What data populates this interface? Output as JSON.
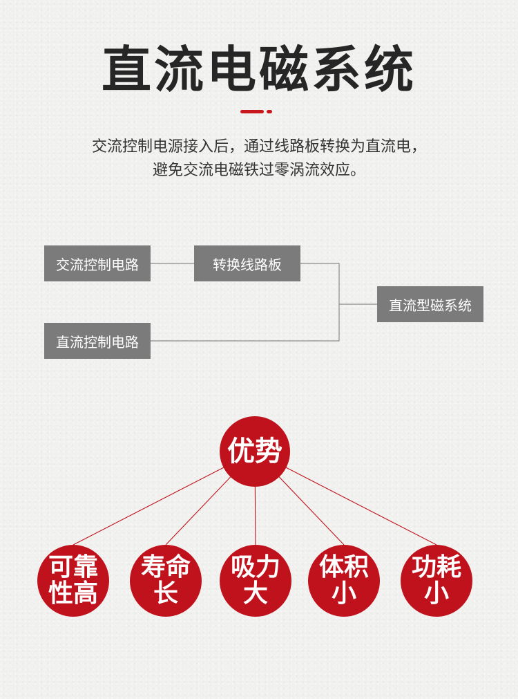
{
  "title": "直流电磁系统",
  "description": {
    "line1": "交流控制电源接入后，通过线路板转换为直流电，",
    "line2": "避免交流电磁铁过零涡流效应。"
  },
  "diagram": {
    "ac_control_circuit": "交流控制电路",
    "conversion_board": "转换线路板",
    "dc_control_circuit": "直流控制电路",
    "dc_magnetic_system": "直流型磁系统"
  },
  "advantages": {
    "title": "优势",
    "items": [
      {
        "line1": "可靠",
        "line2": "性高"
      },
      {
        "line1": "寿命",
        "line2": "长"
      },
      {
        "line1": "吸力",
        "line2": "大"
      },
      {
        "line1": "体积",
        "line2": "小"
      },
      {
        "line1": "功耗",
        "line2": "小"
      }
    ]
  },
  "colors": {
    "accent_red": "#c0121c",
    "box_gray": "#7b7b7b",
    "title_dark": "#262626"
  }
}
